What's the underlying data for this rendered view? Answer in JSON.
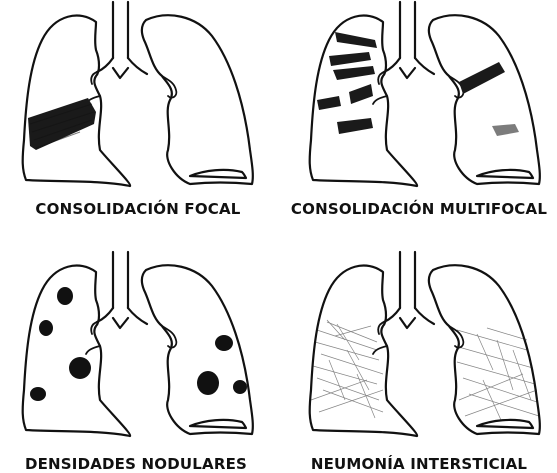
{
  "figure": {
    "panels": [
      {
        "id": "focal",
        "caption": "CONSOLIDACIÓN FOCAL"
      },
      {
        "id": "multifocal",
        "caption": "CONSOLIDACIÓN MULTIFOCAL"
      },
      {
        "id": "nodular",
        "caption": "DENSIDADES NODULARES"
      },
      {
        "id": "interstitial",
        "caption": "NEUMONÍA INTERSTICIAL"
      }
    ],
    "colors": {
      "ink": "#111111",
      "background": "#ffffff"
    }
  }
}
